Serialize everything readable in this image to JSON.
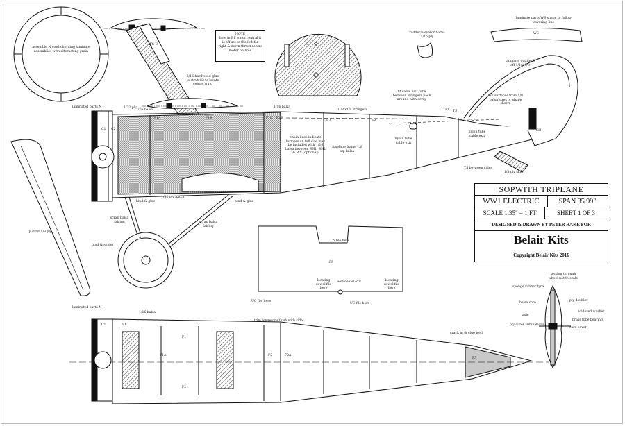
{
  "title_block": {
    "model": "SOPWITH TRIPLANE",
    "type": "WW1 ELECTRIC",
    "span": "SPAN 35.99\"",
    "scale": "SCALE 1.35\" = 1 FT",
    "sheet": "SHEET 1 OF 3",
    "designer": "DESIGNED & DRAWN BY PETER RAKE FOR",
    "brand": "Belair Kits",
    "copyright": "Copyright Belair Kits 2016"
  },
  "note": {
    "heading": "NOTE",
    "body": "hole in F1 is not central it is off set to the left for right & down thrust centre motor on hole"
  },
  "labels": {
    "cowl_ring": "assemble N cowl chording laminate assemblies with alternating grain",
    "laminated_n_top": "laminated parts N",
    "ply_1_32": "1/32 ply",
    "balsa_1_16_top": "1/16 balsa",
    "balsa_1_16_mid": "1/16 balsa",
    "strut_glue": "3/16 hardwood glue to strut C3 to locate centre wing",
    "rudder_horns": "rudder/elevator horns 1/16 ply",
    "laminate_ws": "laminate parts WS shape to follow covering line",
    "laminate_outline": "laminate outline 3 off 1/16x1/8",
    "chain_lines": "chain lines indicate formers on full size may be included with 1/16 balsa between SH1, SH2 & WS (optional)",
    "fuselage_frame": "fuselage frame 1/8 sq. balsa",
    "stringers": "1/16x1/8 stringers",
    "fit_cable": "fit cable exit tube between stringers pack around with scrap",
    "nylon_cable_exit": "nylon tube cable exit",
    "nylon_cable_exit_2": "nylon tube cable exit",
    "tail_surfaces": "tail surfaces from 1/8 balsa sizes or shape shown",
    "ts_sides": "TS between sides",
    "ply_skid": "1/8 ply skid",
    "ply_hatch": "1/32 ply hatch",
    "bind_glue_l": "bind & glue",
    "bind_glue_r": "bind & glue",
    "scrap_fairing_l": "scrap balsa fairing",
    "scrap_fairing_r": "scrap balsa fairing",
    "bind_solder": "bind & solder",
    "strut_ply": "lp strut 1/8 ply",
    "c5_file": "C5 file here",
    "locating_dowel_l": "locating dowel file here",
    "servo_lead": "servo lead exit",
    "locating_dowel_r": "locating dowel file here",
    "uc_file_l": "UC file here",
    "uc_file_r": "UC file here",
    "p5": "P5",
    "laminated_n_bottom": "laminated parts N",
    "balsa_1_16_bottom": "1/16 balsa",
    "trim_longerons": "trim longerons flush with side",
    "crack_glue": "crack in & glue well",
    "wheel_section": "section through wheel not to scale",
    "sponge_tyre": "sponge rubber tyre",
    "balsa_core": "balsa core",
    "ply_doubler": "ply doubler",
    "soldered_washer": "soldered washer",
    "axle": "axle",
    "brass_bearing": "brass tube bearing",
    "ply_outer": "ply outer laminations",
    "card_cover": "card cover",
    "former_f1a": "F1A",
    "former_f1a_2": "F1A",
    "former_f1b": "F1B",
    "former_f1c": "F1C",
    "former_f2b": "F2B",
    "former_f3": "F3",
    "former_f4": "F4",
    "former_f1": "F1",
    "former_f2": "F2",
    "former_f2a": "F2A",
    "code_c1": "C1",
    "code_c1b": "C1",
    "code_c2": "C2",
    "code_tp1": "TP1",
    "code_ts": "TS",
    "code_sh": "SH",
    "code_n": "N",
    "code_s": "S",
    "code_a": "A",
    "code_ws": "WS",
    "code_p1": "P1",
    "code_p2": "P2",
    "code_p3": "P3",
    "code_wsc": "WS-C"
  },
  "colors": {
    "ink": "#111111",
    "hatch": "#555555",
    "paper": "#ffffff"
  }
}
